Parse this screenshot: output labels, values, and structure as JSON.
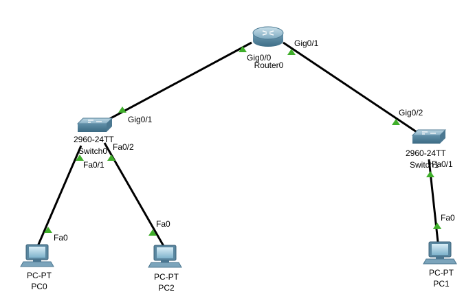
{
  "devices": {
    "router": {
      "model": "",
      "name": "Router0",
      "icon": "router-icon"
    },
    "switch0": {
      "model": "2960-24TT",
      "name": "Switch0",
      "icon": "switch-icon"
    },
    "switch1": {
      "model": "2960-24TT",
      "name": "Switch1",
      "icon": "switch-icon"
    },
    "pc0": {
      "model": "PC-PT",
      "name": "PC0",
      "icon": "pc-icon"
    },
    "pc1": {
      "model": "PC-PT",
      "name": "PC1",
      "icon": "pc-icon"
    },
    "pc2": {
      "model": "PC-PT",
      "name": "PC2",
      "icon": "pc-icon"
    }
  },
  "ports": {
    "router_sw0": "Gig0/0",
    "router_sw1": "Gig0/1",
    "sw0_router": "Gig0/1",
    "sw0_pc0": "Fa0/1",
    "sw0_pc2": "Fa0/2",
    "sw1_router": "Gig0/2",
    "sw1_pc1": "Fa0/1",
    "pc0": "Fa0",
    "pc2": "Fa0",
    "pc1": "Fa0"
  },
  "colors": {
    "link": "#000000",
    "link_up": "#3fae2a",
    "router_body": "#5f8fa8",
    "switch_body": "#6b9fb8",
    "pc_screen": "#8fc0d8"
  }
}
